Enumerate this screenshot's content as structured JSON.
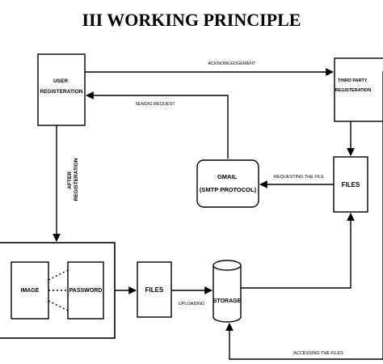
{
  "title": "III WORKING PRINCIPLE",
  "nodes": {
    "user_registration": [
      "USER",
      "REGISTERATION"
    ],
    "third_party_registeration": [
      "THIRD PARTY",
      "REGISTERATION"
    ],
    "gmail": [
      "GMAIL",
      "(SMTP PROTOCOL)"
    ],
    "files_right": "FILES",
    "image": "IMAGE",
    "password": "PASSWORD",
    "files_middle": "FILES",
    "storage": "STORAGE"
  },
  "edges": {
    "acknowledgement": "ACKNOWLEDGEMENT",
    "sending_request": "SENDIG REQUEST",
    "after_registration": [
      "AFTER",
      "REGISTERATION"
    ],
    "requesting_file": "REQUESTING THE FILE",
    "uploading": "UPLOADING",
    "accessing_files": "ACCESSING THE FILES"
  }
}
